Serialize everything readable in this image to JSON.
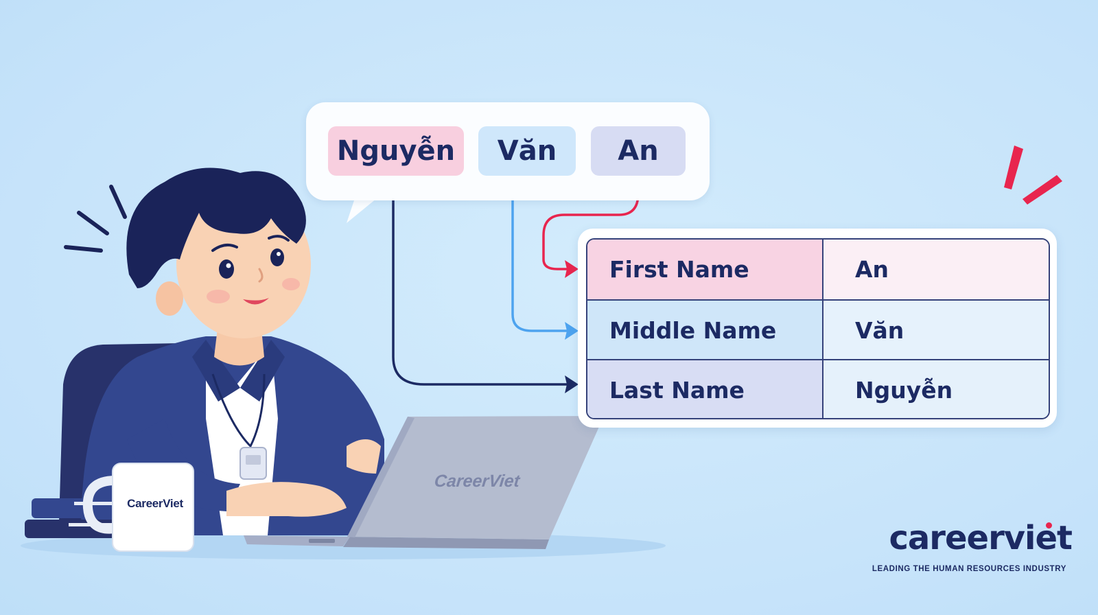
{
  "speech_bubble": {
    "family_name": "Nguyễn",
    "middle_name": "Văn",
    "given_name": "An"
  },
  "name_table": {
    "rows": [
      {
        "label": "First Name",
        "value": "An"
      },
      {
        "label": "Middle Name",
        "value": "Văn"
      },
      {
        "label": "Last Name",
        "value": "Nguyễn"
      }
    ]
  },
  "mug": {
    "brand": "CareerViet"
  },
  "laptop": {
    "brand": "CareerViet"
  },
  "logo": {
    "wordmark": "careerviet",
    "tagline": "LEADING THE HUMAN RESOURCES INDUSTRY"
  },
  "colors": {
    "navy": "#1c2a63",
    "pink_accent": "#e8254e",
    "blue_accent": "#4da3ef",
    "background": "#c9e6fb"
  }
}
